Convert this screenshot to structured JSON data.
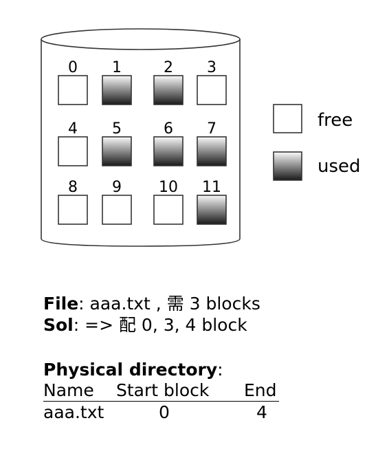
{
  "blocks": [
    {
      "id": "0",
      "state": "free"
    },
    {
      "id": "1",
      "state": "used"
    },
    {
      "id": "2",
      "state": "used"
    },
    {
      "id": "3",
      "state": "free"
    },
    {
      "id": "4",
      "state": "free"
    },
    {
      "id": "5",
      "state": "used"
    },
    {
      "id": "6",
      "state": "used"
    },
    {
      "id": "7",
      "state": "used"
    },
    {
      "id": "8",
      "state": "free"
    },
    {
      "id": "9",
      "state": "free"
    },
    {
      "id": "10",
      "state": "free"
    },
    {
      "id": "11",
      "state": "used"
    }
  ],
  "legend": {
    "free": "free",
    "used": "used"
  },
  "file_line": {
    "label": "File",
    "text": ": aaa.txt , 需 3 blocks"
  },
  "sol_line": {
    "label": "Sol",
    "text": ": => 配 0, 3, 4 block"
  },
  "directory": {
    "title": "Physical directory",
    "title_suffix": ":",
    "headers": {
      "name": "Name",
      "start": "Start block",
      "end": "End"
    },
    "rows": [
      {
        "name": "aaa.txt",
        "start": "0",
        "end": "4"
      }
    ]
  },
  "colors": {
    "outline": "#333333",
    "used_top": "#fafafa",
    "used_bottom": "#1a1a1a"
  }
}
